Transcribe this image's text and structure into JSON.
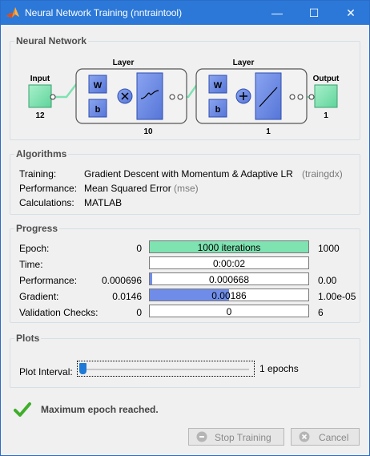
{
  "window": {
    "title": "Neural Network Training (nntraintool)",
    "min_glyph": "—",
    "max_glyph": "☐",
    "close_glyph": "✕"
  },
  "network": {
    "title": "Neural Network",
    "input_label": "Input",
    "input_size": "12",
    "layer1_label": "Layer",
    "layer1_size": "10",
    "layer2_label": "Layer",
    "layer2_size": "1",
    "output_label": "Output",
    "output_size": "1",
    "w_label": "W",
    "b_label": "b",
    "node_color": "#7ee2b1",
    "block_color": "#6f8de8"
  },
  "algorithms": {
    "title": "Algorithms",
    "rows": [
      {
        "label": "Training:",
        "value": "Gradient Descent with Momentum & Adaptive LR",
        "code": "(traingdx)"
      },
      {
        "label": "Performance:",
        "value": "Mean Squared Error",
        "code": "(mse)"
      },
      {
        "label": "Calculations:",
        "value": "MATLAB",
        "code": ""
      }
    ]
  },
  "progress": {
    "title": "Progress",
    "rows": [
      {
        "label": "Epoch:",
        "start": "0",
        "current": "1000 iterations",
        "end": "1000",
        "fill": 1.0,
        "fill_color": "#7ee2b1"
      },
      {
        "label": "Time:",
        "start": "",
        "current": "0:00:02",
        "end": "",
        "fill": 0.0,
        "fill_color": "#7ee2b1"
      },
      {
        "label": "Performance:",
        "start": "0.000696",
        "current": "0.000668",
        "end": "0.00",
        "fill": 0.01,
        "fill_color": "#6f8de8"
      },
      {
        "label": "Gradient:",
        "start": "0.0146",
        "current": "0.00186",
        "end": "1.00e-05",
        "fill": 0.5,
        "fill_color": "#6f8de8"
      },
      {
        "label": "Validation Checks:",
        "start": "0",
        "current": "0",
        "end": "6",
        "fill": 0.0,
        "fill_color": "#7ee2b1"
      }
    ]
  },
  "plots": {
    "title": "Plots",
    "interval_label": "Plot Interval:",
    "interval_value": "1 epochs",
    "slider_fraction": 0.0
  },
  "status": {
    "message": "Maximum epoch reached."
  },
  "buttons": {
    "stop_label": "Stop Training",
    "cancel_label": "Cancel"
  }
}
